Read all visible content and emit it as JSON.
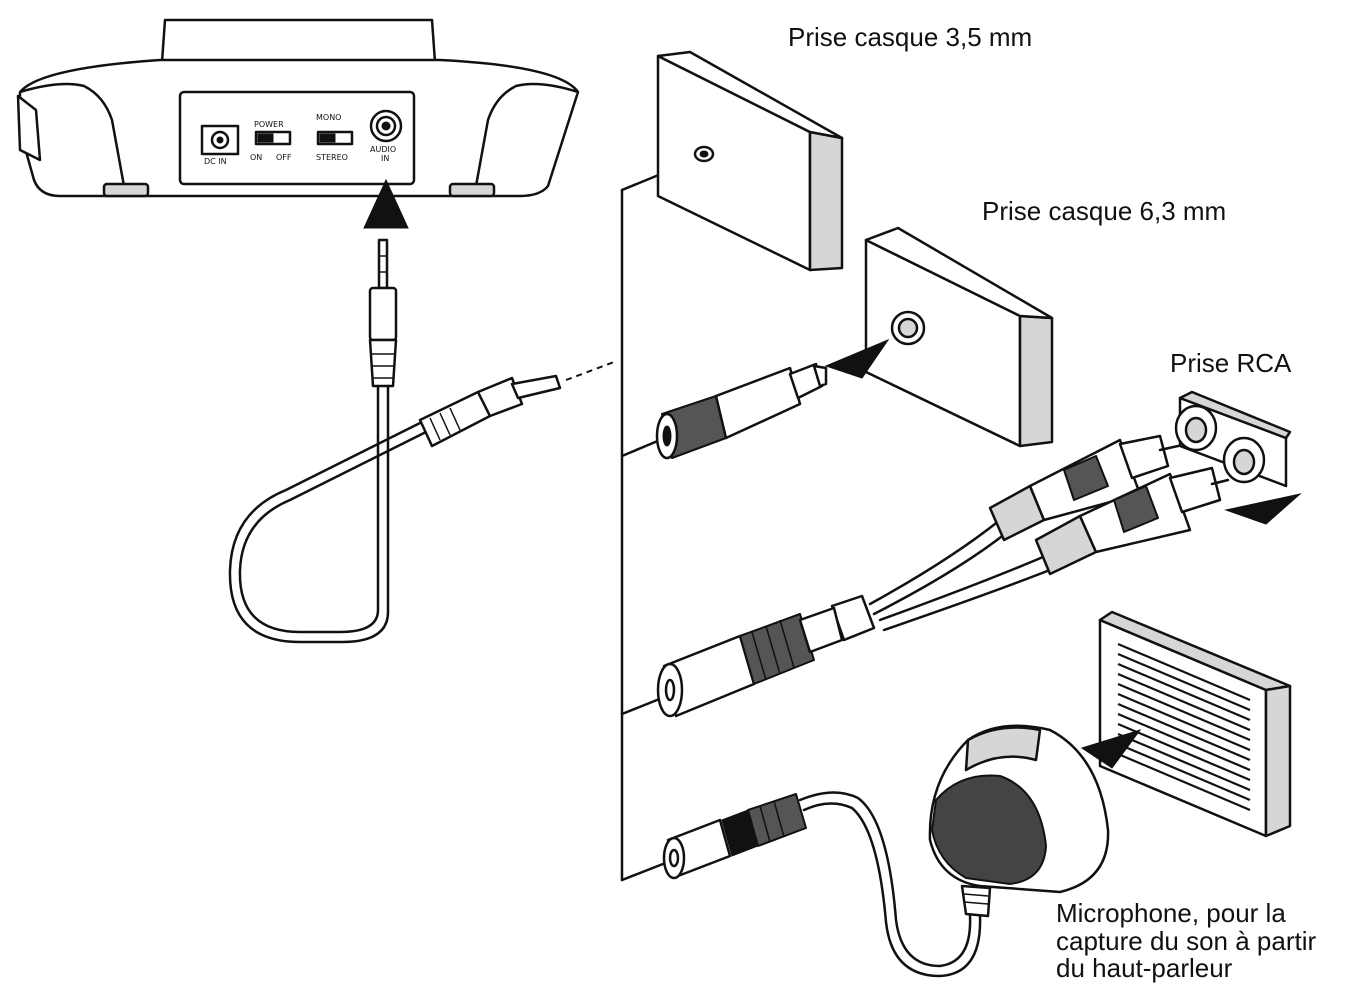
{
  "labels": {
    "jack_35": "Prise casque 3,5 mm",
    "jack_63": "Prise casque 6,3 mm",
    "rca": "Prise RCA",
    "mic_line1": "Microphone, pour la",
    "mic_line2": "capture du son à partir",
    "mic_line3": "du haut-parleur"
  },
  "base_panel": {
    "dc_in": "DC IN",
    "power": "POWER",
    "on": "ON",
    "off": "OFF",
    "mono": "MONO",
    "stereo": "STEREO",
    "audio": "AUDIO",
    "in": "IN"
  },
  "icons": {
    "arrow_up": "triangle-up-icon",
    "arrow_left": "triangle-left-icon"
  }
}
